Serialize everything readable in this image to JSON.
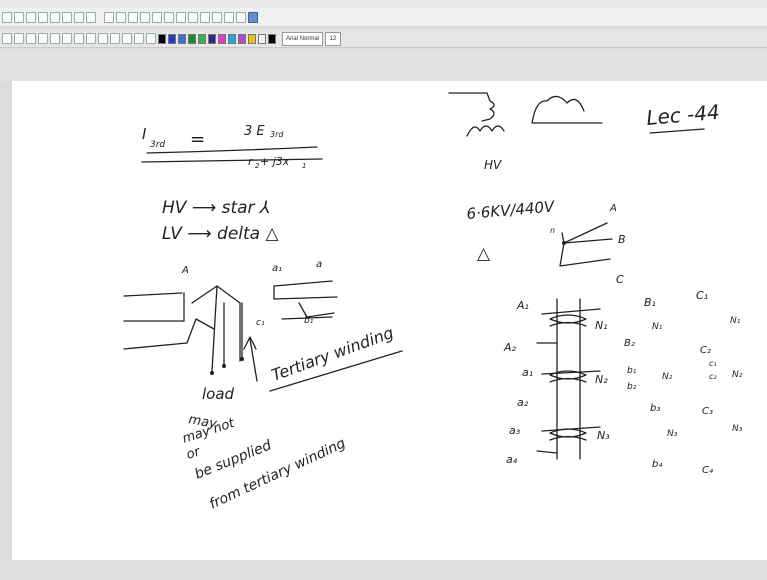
{
  "toolbar": {
    "row1_buttons": [
      "new",
      "open",
      "save",
      "cut",
      "copy",
      "paste",
      "undo",
      "redo",
      "pen",
      "highlighter",
      "eraser",
      "select",
      "insert-space",
      "prev-page",
      "next-page",
      "zoom-in",
      "zoom-out",
      "zoom-fit",
      "zoom-width",
      "zoom-height",
      "fullscreen"
    ],
    "row2_tools": [
      "pen",
      "highlighter",
      "eraser",
      "text",
      "image",
      "ruler",
      "shape",
      "select",
      "lasso",
      "hand",
      "thin",
      "medium",
      "thick"
    ],
    "colors": [
      "#000000",
      "#1f3fbf",
      "#3a6fd8",
      "#1a8a2a",
      "#3cb04a",
      "#2a2a8a",
      "#e13cc8",
      "#22a8d8",
      "#b04ac8",
      "#e8c21a",
      "#f0f0f0",
      "#000000"
    ],
    "font_name": "Arial Normal",
    "font_size": "12"
  },
  "notes": {
    "lines": [
      {
        "text": "I",
        "size": 15,
        "anchor": "start"
      },
      {
        "text": "3rd",
        "size": 9,
        "anchor": "start"
      },
      {
        "text": "=",
        "size": 18,
        "anchor": "start"
      },
      {
        "text": "3 E",
        "size": 13,
        "anchor": "start"
      },
      {
        "text": "3rd",
        "size": 8,
        "anchor": "start"
      },
      {
        "text": "r",
        "size": 11,
        "anchor": "start"
      },
      {
        "text": "2",
        "size": 7,
        "anchor": "start"
      },
      {
        "text": " + j3x",
        "size": 11,
        "anchor": "start"
      },
      {
        "text": "1",
        "size": 7,
        "anchor": "start"
      },
      {
        "text": "HV ⟶ star ⅄",
        "size": 17,
        "anchor": "start"
      },
      {
        "text": "LV ⟶ delta △",
        "size": 17,
        "anchor": "start"
      },
      {
        "text": "A",
        "size": 10,
        "anchor": "start"
      },
      {
        "text": "a₁",
        "size": 10,
        "anchor": "start"
      },
      {
        "text": "a",
        "size": 10,
        "anchor": "start"
      },
      {
        "text": "c₁",
        "size": 9,
        "anchor": "start"
      },
      {
        "text": "b₁",
        "size": 9,
        "anchor": "start"
      },
      {
        "text": "load",
        "size": 15,
        "anchor": "start"
      },
      {
        "text": "Tertiary winding",
        "size": 16,
        "anchor": "start"
      },
      {
        "text": "may",
        "size": 13,
        "anchor": "start"
      },
      {
        "text": "may not",
        "size": 13,
        "anchor": "start"
      },
      {
        "text": "or",
        "size": 13,
        "anchor": "start"
      },
      {
        "text": "be supplied",
        "size": 14,
        "anchor": "start"
      },
      {
        "text": "from tertiary winding",
        "size": 14,
        "anchor": "start"
      },
      {
        "text": "HV",
        "size": 12,
        "anchor": "start"
      },
      {
        "text": "Lec -44",
        "size": 20,
        "anchor": "start"
      },
      {
        "text": "6·6KV/440V",
        "size": 15,
        "anchor": "start"
      },
      {
        "text": "△",
        "size": 17,
        "anchor": "start"
      },
      {
        "text": "A",
        "size": 10,
        "anchor": "start"
      },
      {
        "text": "B",
        "size": 11,
        "anchor": "start"
      },
      {
        "text": "C",
        "size": 11,
        "anchor": "start"
      },
      {
        "text": "n",
        "size": 8,
        "anchor": "start"
      },
      {
        "text": "A₁",
        "size": 11,
        "anchor": "start"
      },
      {
        "text": "A₂",
        "size": 11,
        "anchor": "start"
      },
      {
        "text": "a₁",
        "size": 11,
        "anchor": "start"
      },
      {
        "text": "a₂",
        "size": 11,
        "anchor": "start"
      },
      {
        "text": "a₃",
        "size": 11,
        "anchor": "start"
      },
      {
        "text": "a₄",
        "size": 11,
        "anchor": "start"
      },
      {
        "text": "N₁",
        "size": 11,
        "anchor": "start"
      },
      {
        "text": "N₂",
        "size": 11,
        "anchor": "start"
      },
      {
        "text": "N₃",
        "size": 11,
        "anchor": "start"
      },
      {
        "text": "B₁",
        "size": 11,
        "anchor": "start"
      },
      {
        "text": "B₂",
        "size": 10,
        "anchor": "start"
      },
      {
        "text": "b₁",
        "size": 9,
        "anchor": "start"
      },
      {
        "text": "b₂",
        "size": 9,
        "anchor": "start"
      },
      {
        "text": "b₃",
        "size": 10,
        "anchor": "start"
      },
      {
        "text": "b₄",
        "size": 10,
        "anchor": "start"
      },
      {
        "text": "C₁",
        "size": 11,
        "anchor": "start"
      },
      {
        "text": "C₂",
        "size": 10,
        "anchor": "start"
      },
      {
        "text": "C₃",
        "size": 10,
        "anchor": "start"
      },
      {
        "text": "C₄",
        "size": 10,
        "anchor": "start"
      },
      {
        "text": "c₁",
        "size": 8,
        "anchor": "start"
      },
      {
        "text": "c₂",
        "size": 8,
        "anchor": "start"
      },
      {
        "text": "N₁",
        "size": 9,
        "anchor": "start"
      },
      {
        "text": "N₂",
        "size": 9,
        "anchor": "start"
      },
      {
        "text": "N₃",
        "size": 9,
        "anchor": "start"
      },
      {
        "text": "N₁",
        "size": 9,
        "anchor": "start"
      },
      {
        "text": "N₂",
        "size": 9,
        "anchor": "start"
      },
      {
        "text": "N₃",
        "size": 9,
        "anchor": "start"
      }
    ]
  }
}
